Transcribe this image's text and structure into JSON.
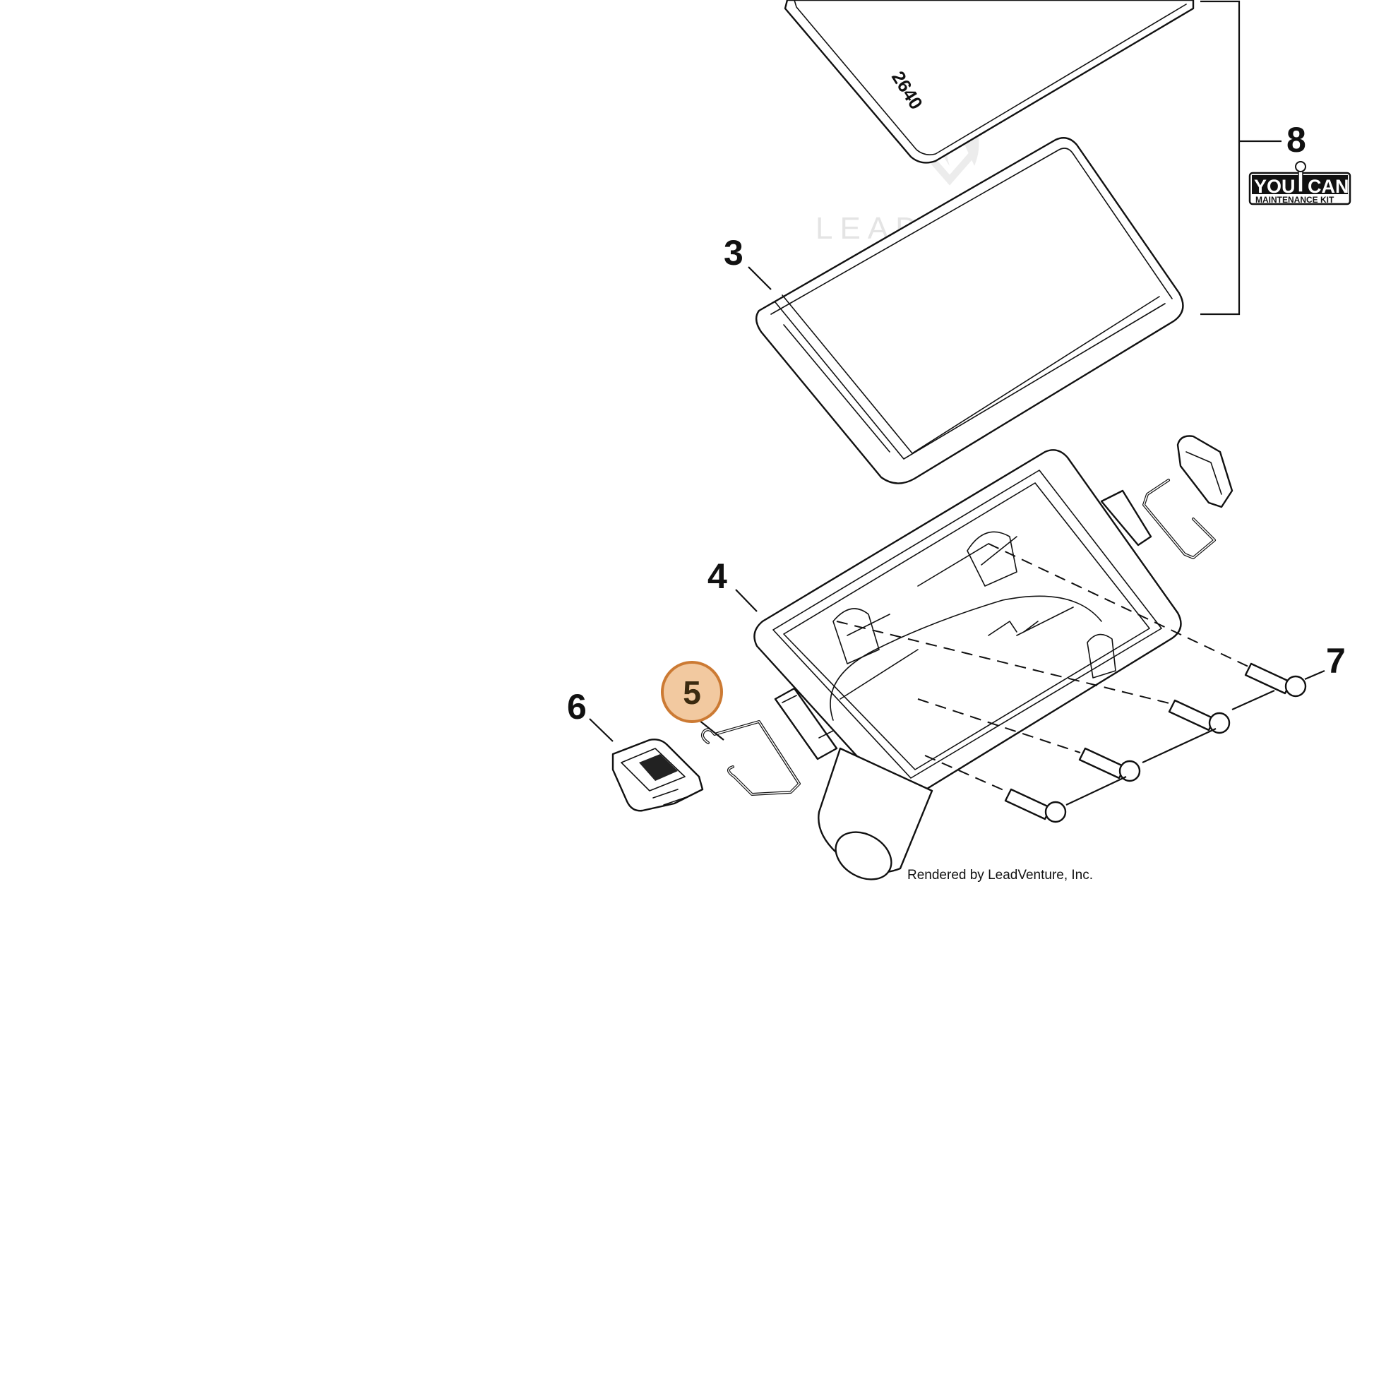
{
  "watermark": "LEADVENTURE",
  "credit": "Rendered by LeadVenture, Inc.",
  "part_stamp": "2640",
  "kit_badge": {
    "word_left": "YOU",
    "word_right": "CAN",
    "subtitle": "MAINTENANCE KIT"
  },
  "callouts": [
    {
      "id": "3",
      "label": "3",
      "highlighted": false
    },
    {
      "id": "4",
      "label": "4",
      "highlighted": false
    },
    {
      "id": "5",
      "label": "5",
      "highlighted": true
    },
    {
      "id": "6",
      "label": "6",
      "highlighted": false
    },
    {
      "id": "7",
      "label": "7",
      "highlighted": false
    },
    {
      "id": "8",
      "label": "8",
      "highlighted": false
    }
  ],
  "colors": {
    "highlight_fill": "#f2c9a0",
    "highlight_stroke": "#cc7a33",
    "line": "#111111"
  }
}
